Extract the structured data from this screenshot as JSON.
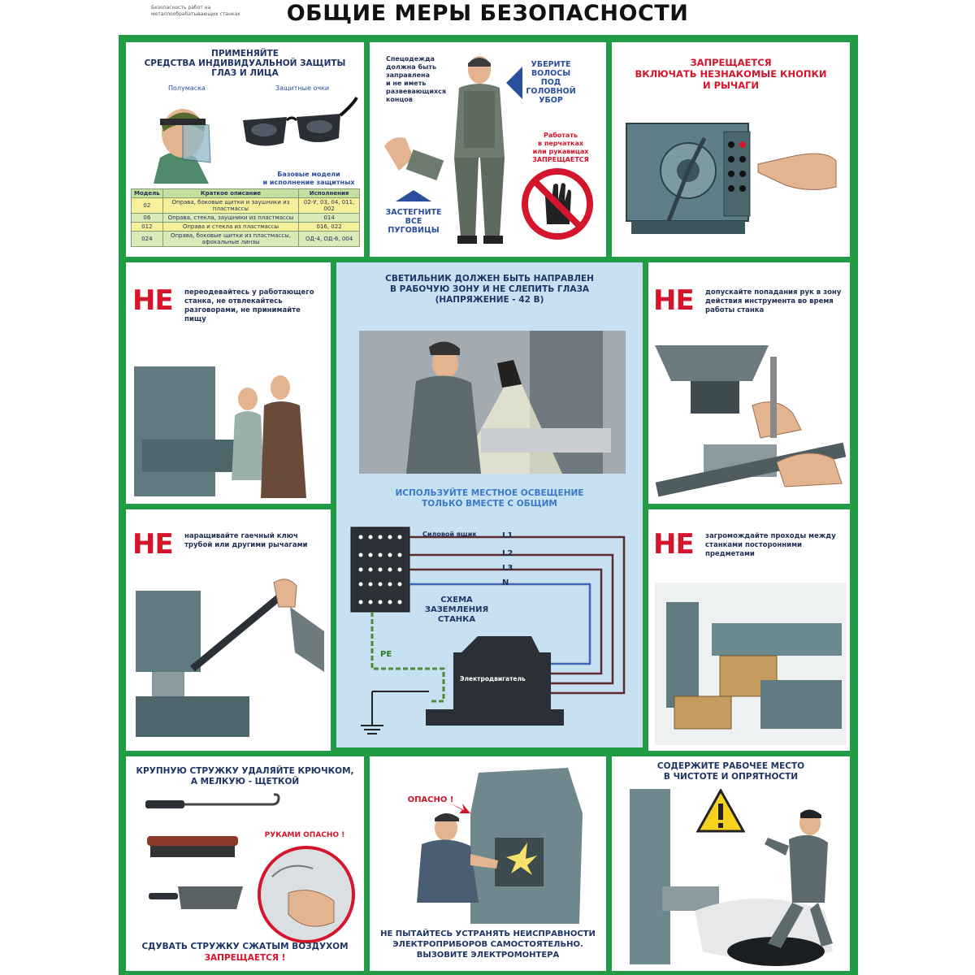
{
  "header": {
    "subtitle": "Безопасность работ на металлообрабатывающих станках",
    "title": "ОБЩИЕ МЕРЫ БЕЗОПАСНОСТИ"
  },
  "colors": {
    "frame": "#229b45",
    "accent_red": "#d4152b",
    "text_blue": "#2a4f9c",
    "panel_blue": "#c7e1f3"
  },
  "panel_ppe": {
    "heading": "ПРИМЕНЯЙТЕ\nСРЕДСТВА ИНДИВИДУАЛЬНОЙ ЗАЩИТЫ\nГЛАЗ И ЛИЦА",
    "label_mask": "Полумаска",
    "label_glasses": "Защитные очки",
    "label_models": "Базовые модели\nи исполнение защитных очков",
    "table": {
      "headers": [
        "Модель",
        "Краткое описание",
        "Исполнения"
      ],
      "rows": [
        [
          "02",
          "Оправа, боковые щитки и заушники из пластмассы",
          "02-У, 03, 04, 011, 002"
        ],
        [
          "06",
          "Оправа, стекла, заушники из пластмассы",
          "014"
        ],
        [
          "012",
          "Оправа и стекла из пластмассы",
          "016, 022"
        ],
        [
          "024",
          "Оправа, боковые щитки из пластмассы, афокальные линзы",
          "ОД-4, ОД-6, 004"
        ]
      ]
    }
  },
  "panel_clothes": {
    "text_clothes": "Спецодежда\nдолжна быть\nзаправлена\nи не иметь\nразвевающихся\nконцов",
    "text_hair": "УБЕРИТЕ\nВОЛОСЫ\nПОД\nГОЛОВНОЙ\nУБОР",
    "text_gloves": "Работать\nв перчатках\nили рукавицах\nЗАПРЕЩАЕТСЯ",
    "text_buttons": "ЗАСТЕГНИТЕ\nВСЕ\nПУГОВИЦЫ"
  },
  "panel_buttons": {
    "heading": "ЗАПРЕЩАЕТСЯ\nВКЛЮЧАТЬ НЕЗНАКОМЫЕ КНОПКИ\nИ РЫЧАГИ"
  },
  "panel_nochat": {
    "ne": "НЕ",
    "text": "переодевайтесь у работающего станка, не отвлекайтесь разговорами, не принимайте пищу"
  },
  "panel_light": {
    "heading": "СВЕТИЛЬНИК ДОЛЖЕН БЫТЬ НАПРАВЛЕН\nВ РАБОЧУЮ ЗОНУ И НЕ СЛЕПИТЬ ГЛАЗА\n(НАПРЯЖЕНИЕ - 42 В)",
    "subheading": "ИСПОЛЬЗУЙТЕ МЕСТНОЕ ОСВЕЩЕНИЕ\nТОЛЬКО ВМЕСТЕ С ОБЩИМ",
    "diagram": {
      "power_box": "Силовой ящик",
      "lines": [
        "L1",
        "L2",
        "L3",
        "N"
      ],
      "scheme_title": "СХЕМА\nЗАЗЕМЛЕНИЯ\nСТАНКА",
      "pe": "PE",
      "motor": "Электродвигатель"
    }
  },
  "panel_hands": {
    "ne": "НЕ",
    "text": "допускайте попадания рук в зону действия инструмента во время работы станка"
  },
  "panel_wrench": {
    "ne": "НЕ",
    "text": "наращивайте гаечный ключ трубой или другими рычагами"
  },
  "panel_aisles": {
    "ne": "НЕ",
    "text": "загромождайте проходы между станками посторонними предметами"
  },
  "panel_chips": {
    "heading": "КРУПНУЮ СТРУЖКУ УДАЛЯЙТЕ КРЮЧКОМ,\nА МЕЛКУЮ - ЩЕТКОЙ",
    "warn_hands": "РУКАМИ ОПАСНО !",
    "footer_line1": "СДУВАТЬ СТРУЖКУ СЖАТЫМ ВОЗДУХОМ",
    "footer_line2": "ЗАПРЕЩАЕТСЯ !"
  },
  "panel_electric": {
    "danger": "ОПАСНО !",
    "footer": "НЕ ПЫТАЙТЕСЬ УСТРАНЯТЬ НЕИСПРАВНОСТИ\nЭЛЕКТРОПРИБОРОВ САМОСТОЯТЕЛЬНО.\nВЫЗОВИТЕ ЭЛЕКТРОМОНТЕРА"
  },
  "panel_clean": {
    "heading": "СОДЕРЖИТЕ РАБОЧЕЕ МЕСТО\nВ ЧИСТОТЕ И ОПРЯТНОСТИ"
  }
}
